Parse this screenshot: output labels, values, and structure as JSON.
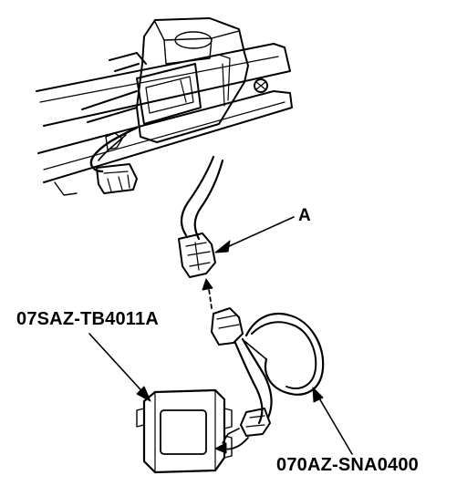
{
  "callouts": {
    "connector": "A",
    "tool": "07SAZ-TB4011A",
    "harness": "070AZ-SNA0400"
  },
  "colors": {
    "ink": "#000000",
    "background": "#ffffff"
  }
}
